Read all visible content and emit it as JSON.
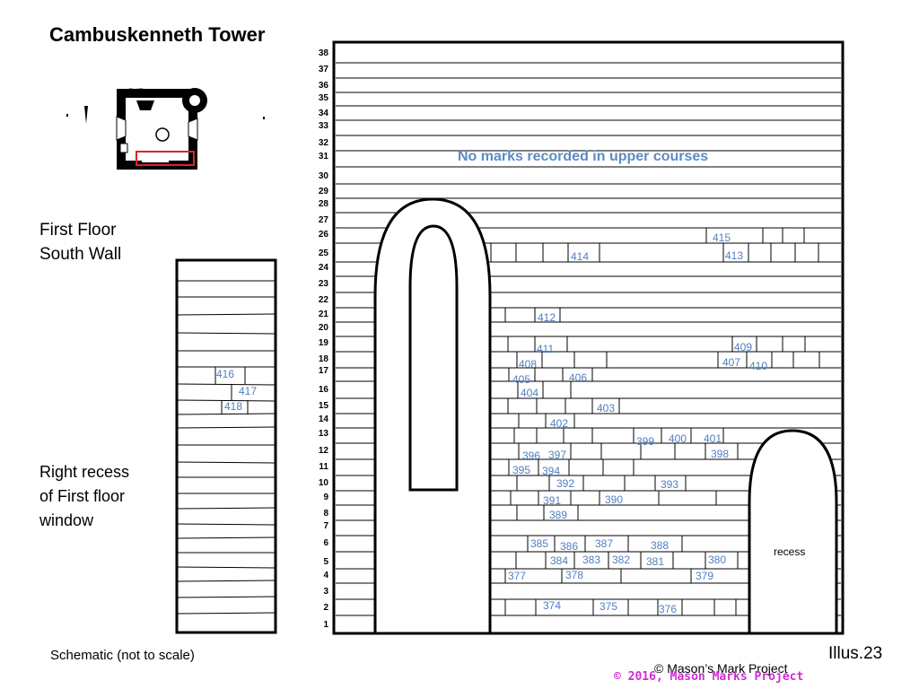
{
  "title": "Cambuskenneth Tower",
  "floor_label": "First Floor",
  "wall_label": "First Floor\nSouth Wall",
  "recess_label": "Right recess\nof First floor\nwindow",
  "schematic_note": "Schematic (not to scale)",
  "illustration": "Illus.23",
  "copyright": "© Mason’s Mark Project",
  "watermark": "© 2016, Mason Marks Project",
  "no_marks_note": "No marks recorded in upper courses",
  "recess_text": "recess",
  "course_numbers": [
    "38",
    "37",
    "36",
    "35",
    "34",
    "33",
    "32",
    "31",
    "30",
    "29",
    "28",
    "27",
    "26",
    "25",
    "24",
    "23",
    "22",
    "21",
    "20",
    "19",
    "18",
    "17",
    "16",
    "15",
    "14",
    "13",
    "12",
    "11",
    "10",
    "9",
    "8",
    "7",
    "6",
    "5",
    "4",
    "3",
    "2",
    "1"
  ],
  "main_wall_marks": [
    "415",
    "414",
    "413",
    "412",
    "411",
    "409",
    "408",
    "407",
    "410",
    "406",
    "405",
    "404",
    "403",
    "402",
    "399",
    "400",
    "401",
    "396",
    "397",
    "398",
    "395",
    "394",
    "392",
    "393",
    "391",
    "390",
    "389",
    "385",
    "386",
    "387",
    "388",
    "384",
    "383",
    "382",
    "381",
    "380",
    "377",
    "378",
    "379",
    "374",
    "375",
    "376"
  ],
  "recess_wall_marks": [
    "416",
    "417",
    "418"
  ],
  "colors": {
    "mark": "#4f7fc0",
    "note": "#5b8bc4",
    "highlight": "#d9232a",
    "watermark": "#d22ad6"
  }
}
